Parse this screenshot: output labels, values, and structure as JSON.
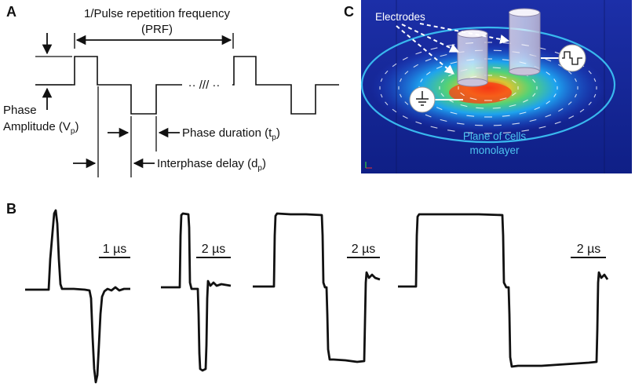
{
  "panels": {
    "a": {
      "letter": "A",
      "prf_line1": "1/Pulse repetition frequency",
      "prf_line2": "(PRF)",
      "break_mark": "·· /// ··",
      "phase_label": "Phase",
      "amplitude_label": "Amplitude (V",
      "amplitude_sub": "p",
      "amplitude_close": ")",
      "duration_label": "Phase duration (t",
      "duration_sub": "p",
      "duration_close": ")",
      "delay_label": "Interphase delay (d",
      "delay_sub": "p",
      "delay_close": ")"
    },
    "b": {
      "letter": "B",
      "scale_bars": [
        "1 µs",
        "2 µs",
        "2 µs",
        "2 µs"
      ]
    },
    "c": {
      "letter": "C",
      "electrodes_label": "Electrodes",
      "plane_line1": "Plane of cells",
      "plane_line2": "monolayer"
    }
  },
  "colors": {
    "ink": "#111111",
    "sim_background": "#1a2fb0",
    "plane_outline": "#39b8ee",
    "hotspot": "#ff3b12"
  },
  "icons": [
    "ground-icon",
    "biphasic-source-icon",
    "electrode-cylinder"
  ]
}
